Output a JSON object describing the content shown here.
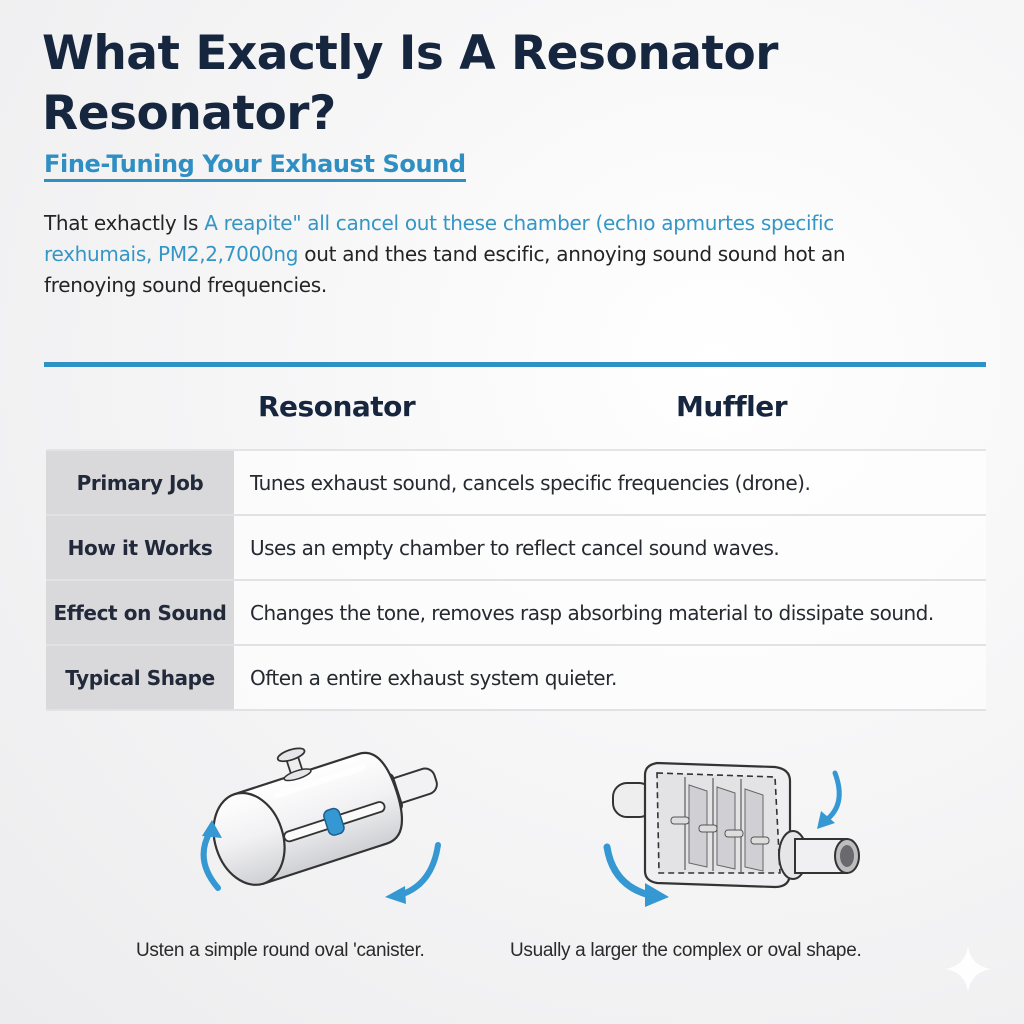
{
  "header": {
    "title": "What Exactly Is A Resonator Resonator?",
    "subtitle": "Fine-Tuning Your Exhaust Sound"
  },
  "intro": {
    "segments": [
      {
        "text": "That exhactly Is ",
        "highlight": false
      },
      {
        "text": "A reapite\" all cancel out these chamber (echıo apmurtes specific rexhumais, PM2,2,7000ng",
        "highlight": true
      },
      {
        "text": " out and thes tand escific, annoying sound sound  hot an frenoying sound frequencies.",
        "highlight": false
      }
    ]
  },
  "colors": {
    "accent": "#2f92c6",
    "title": "#17263f",
    "label_bg": "#d9d9db"
  },
  "comparison": {
    "columns": [
      "Resonator",
      "Muffler"
    ],
    "rows": [
      {
        "label": "Primary Job",
        "value": "Tunes exhaust sound, cancels specific frequencies (drone)."
      },
      {
        "label": "How it Works",
        "value": "Uses an empty chamber to reflect cancel sound waves."
      },
      {
        "label": "Effect on Sound",
        "value": "Changes the tone, removes rasp absorbing material to dissipate sound."
      },
      {
        "label": "Typical Shape",
        "value": "Often a entire exhaust system quieter."
      }
    ]
  },
  "illustrations": {
    "resonator": {
      "icon": "resonator-canister-icon",
      "caption": "Usten a simple round oval 'canister."
    },
    "muffler": {
      "icon": "muffler-box-icon",
      "caption": "Usually a larger the complex or oval shape."
    }
  }
}
